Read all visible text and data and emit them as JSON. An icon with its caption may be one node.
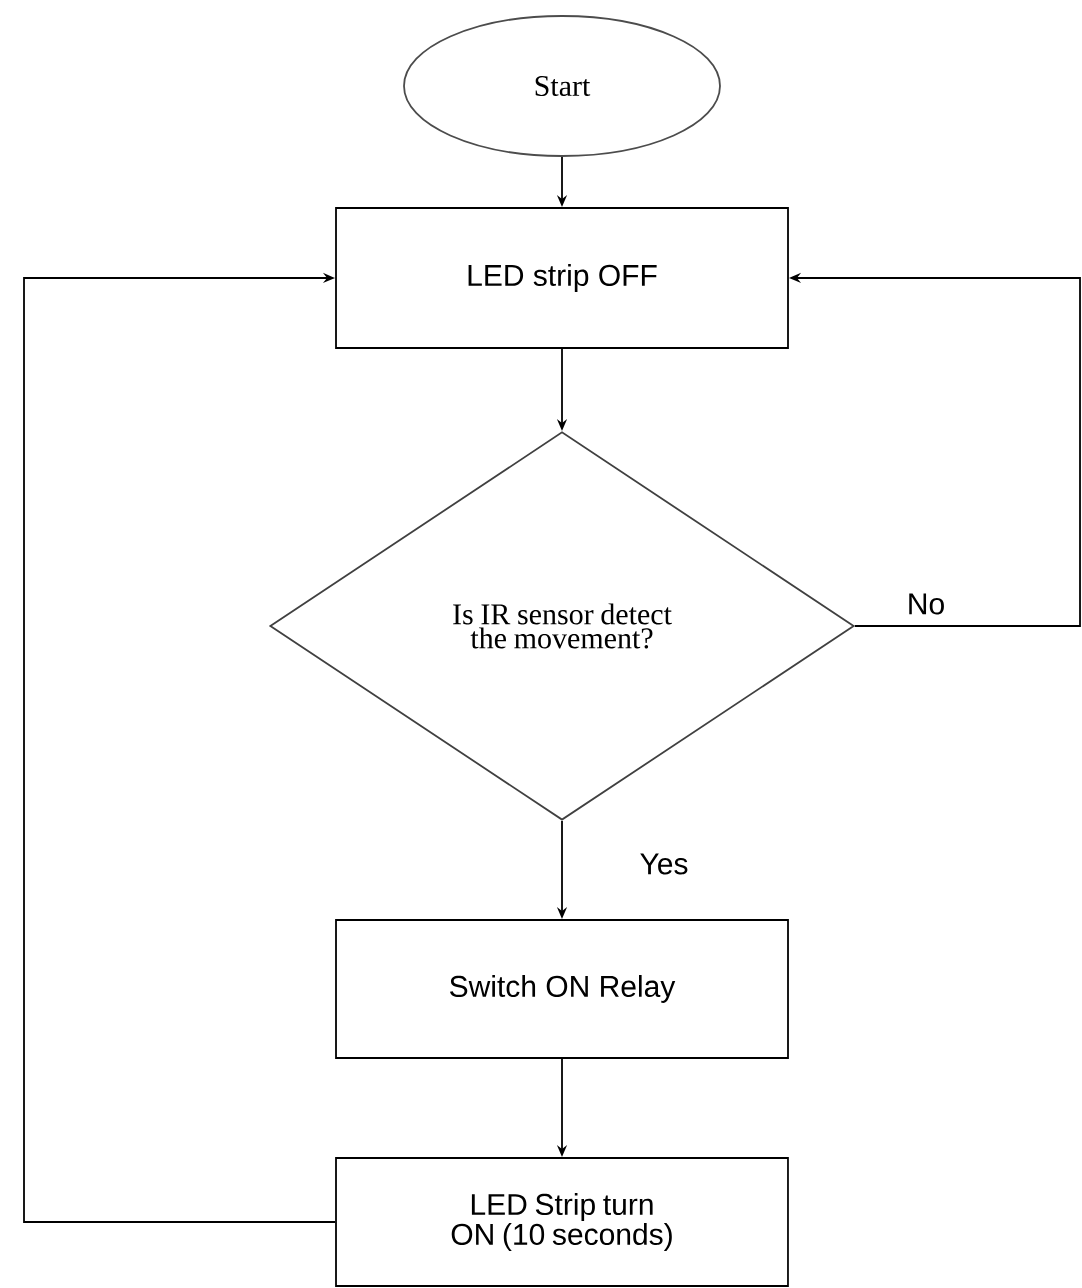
{
  "diagram": {
    "nodes": [
      {
        "text": [
          "Start"
        ]
      },
      {
        "text": [
          "LED strip OFF"
        ]
      },
      {
        "text": [
          "Is IR sensor detect the movement?"
        ]
      },
      {
        "text": [
          "Switch ON Relay"
        ]
      },
      {
        "text": [
          "LED Strip turn ON (10 seconds)"
        ]
      }
    ],
    "edges": [
      {
        "from": 0,
        "to": 1,
        "arrow": "to"
      },
      {
        "from": 1,
        "to": 2,
        "arrow": "to"
      },
      {
        "from": 2,
        "to": 3,
        "arrow": "to",
        "label": "Yes"
      },
      {
        "from": 3,
        "to": 4,
        "arrow": "to"
      },
      {
        "from": 4,
        "to": 1,
        "arrow": "to"
      },
      {
        "from": 2,
        "to": 1,
        "arrow": "to",
        "label": "No"
      }
    ]
  }
}
